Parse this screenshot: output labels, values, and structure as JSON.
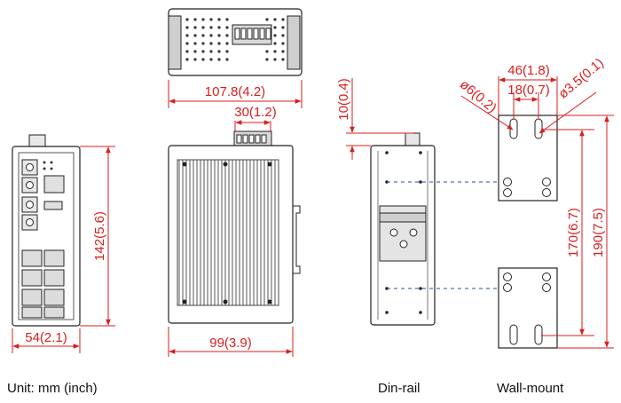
{
  "dimensions": {
    "top_width": "107.8(4.2)",
    "terminal_width": "30(1.2)",
    "front_height": "142(5.6)",
    "front_width": "54(2.1)",
    "side_width": "99(3.9)",
    "rail_offset": "10(0.4)",
    "mount_width": "46(1.8)",
    "slot_spacing": "18(0.7)",
    "hole_large": "ø6(0.2)",
    "hole_small": "ø3.5(0.1)",
    "mount_hole_pitch": "170(6.7)",
    "mount_height": "190(7.5)"
  },
  "captions": {
    "units": "Unit: mm (inch)",
    "din_rail": "Din-rail",
    "wall_mount": "Wall-mount"
  },
  "colors": {
    "dimension": "#d81e1e",
    "outline": "#222222",
    "guide": "#2a4aa0"
  }
}
